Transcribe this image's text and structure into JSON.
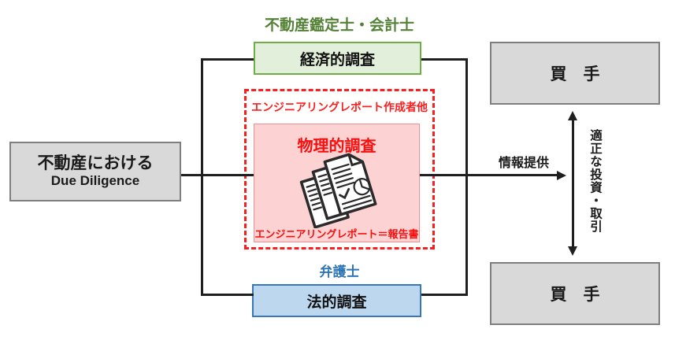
{
  "diagram": {
    "source": {
      "title": "不動産における",
      "subtitle": "Due Diligence"
    },
    "economic": {
      "actor": "不動産鑑定士・会計士",
      "label": "経済的調査"
    },
    "engineering": {
      "header": "エンジニアリングレポート作成者他",
      "label": "物理的調査",
      "caption": "エンジニアリングレポート＝報告書",
      "icon": "documents-report-icon"
    },
    "legal": {
      "actor": "弁護士",
      "label": "法的調査"
    },
    "buyer_top": {
      "label": "買　手"
    },
    "buyer_bottom": {
      "label": "買　手"
    },
    "info_arrow": {
      "label": "情報提供"
    },
    "outcome_arrow": {
      "label": "適正な投資・取引"
    }
  },
  "colors": {
    "line": "#1f1f1f",
    "gray_box_bg": "#d9d9d9",
    "gray_box_border": "#7f7f7f",
    "green_text": "#538135",
    "green_box_bg": "#e2efda",
    "green_box_border": "#70ad47",
    "blue_text": "#2e75b6",
    "blue_box_bg": "#bdd7ee",
    "blue_box_border": "#3a78b5",
    "red_dashed_border": "#fa1e1e",
    "red_text": "#f50f0f",
    "pink_box_bg": "#fdd2d2",
    "pink_box_border": "#f08f8f"
  }
}
